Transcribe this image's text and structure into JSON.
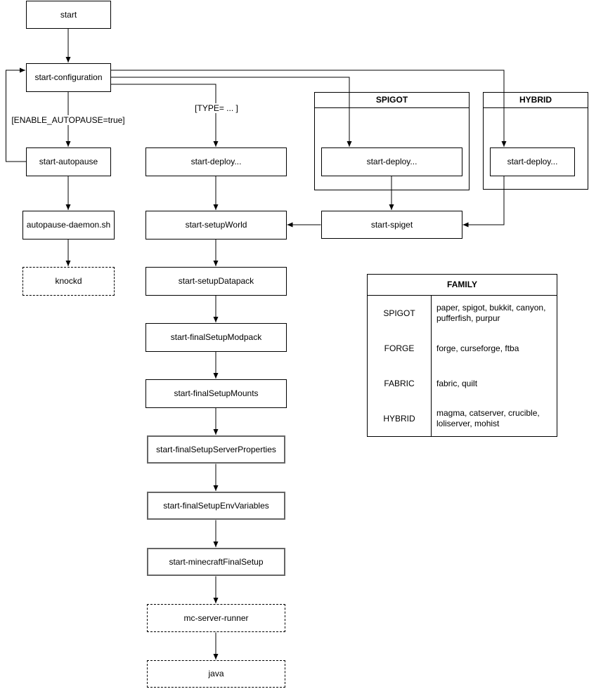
{
  "nodes": {
    "start": "start",
    "start_configuration": "start-configuration",
    "start_autopause": "start-autopause",
    "autopause_daemon": "autopause-daemon.sh",
    "knockd": "knockd",
    "start_deploy_main": "start-deploy...",
    "start_setup_world": "start-setupWorld",
    "start_setup_datapack": "start-setupDatapack",
    "start_final_setup_modpack": "start-finalSetupModpack",
    "start_final_setup_mounts": "start-finalSetupMounts",
    "start_final_setup_server_properties": "start-finalSetupServerProperties",
    "start_final_setup_env_variables": "start-finalSetupEnvVariables",
    "start_minecraft_final_setup": "start-minecraftFinalSetup",
    "mc_server_runner": "mc-server-runner",
    "java": "java",
    "start_deploy_spigot": "start-deploy...",
    "start_deploy_hybrid": "start-deploy...",
    "start_spiget": "start-spiget"
  },
  "groups": {
    "spigot": "SPIGOT",
    "hybrid": "HYBRID"
  },
  "edge_labels": {
    "enable_autopause": "[ENABLE_AUTOPAUSE=true]",
    "type": "[TYPE= ... ]"
  },
  "family_table": {
    "title": "FAMILY",
    "rows": [
      {
        "family": "SPIGOT",
        "members": "paper, spigot, bukkit, canyon, pufferfish, purpur"
      },
      {
        "family": "FORGE",
        "members": "forge, curseforge, ftba"
      },
      {
        "family": "FABRIC",
        "members": "fabric, quilt"
      },
      {
        "family": "HYBRID",
        "members": "magma, catserver, crucible, loliserver, mohist"
      }
    ]
  },
  "colors": {
    "stroke": "#000000",
    "secondary_stroke": "#666666",
    "background": "#ffffff",
    "text": "#000000"
  }
}
